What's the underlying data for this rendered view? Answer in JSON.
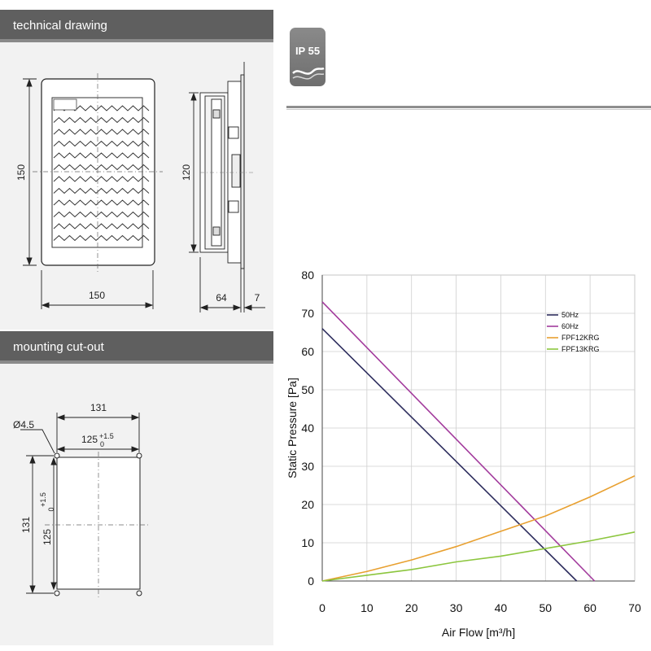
{
  "sections": {
    "technical_drawing": "technical drawing",
    "mounting_cutout": "mounting cut-out"
  },
  "badge": {
    "text": "IP 55"
  },
  "technical_drawing": {
    "front_width": "150",
    "front_height": "150",
    "side_height": "120",
    "side_depth": "64",
    "side_flange": "7"
  },
  "mounting_cutout": {
    "hole_diameter": "Ø4.5",
    "outer_width": "131",
    "inner_width": "125",
    "inner_width_tol_upper": "+1.5",
    "inner_width_tol_lower": "0",
    "outer_height": "131",
    "inner_height": "125",
    "inner_height_tol_upper": "+1.5",
    "inner_height_tol_lower": "0"
  },
  "chart_data": {
    "type": "line",
    "xlabel": "Air Flow [m³/h]",
    "ylabel": "Static Pressure [Pa]",
    "xlim": [
      0,
      70
    ],
    "ylim": [
      0,
      80
    ],
    "xticks": [
      0,
      10,
      20,
      30,
      40,
      50,
      60,
      70
    ],
    "yticks": [
      0,
      10,
      20,
      30,
      40,
      50,
      60,
      70,
      80
    ],
    "grid": true,
    "legend_position": "top-right",
    "series": [
      {
        "name": "50Hz",
        "color": "#2e2e5e",
        "x": [
          0,
          57
        ],
        "y": [
          66,
          0
        ]
      },
      {
        "name": "60Hz",
        "color": "#a23a9c",
        "x": [
          0,
          61
        ],
        "y": [
          73,
          0
        ]
      },
      {
        "name": "FPF12KRG",
        "color": "#e8a030",
        "x": [
          0,
          10,
          20,
          30,
          40,
          50,
          60,
          70
        ],
        "y": [
          0,
          2.5,
          5.5,
          9,
          13,
          17,
          22,
          27.5
        ]
      },
      {
        "name": "FPF13KRG",
        "color": "#8cc63e",
        "x": [
          0,
          10,
          20,
          30,
          40,
          50,
          60,
          70
        ],
        "y": [
          0,
          1.5,
          3,
          5,
          6.5,
          8.5,
          10.5,
          12.8
        ]
      }
    ]
  }
}
